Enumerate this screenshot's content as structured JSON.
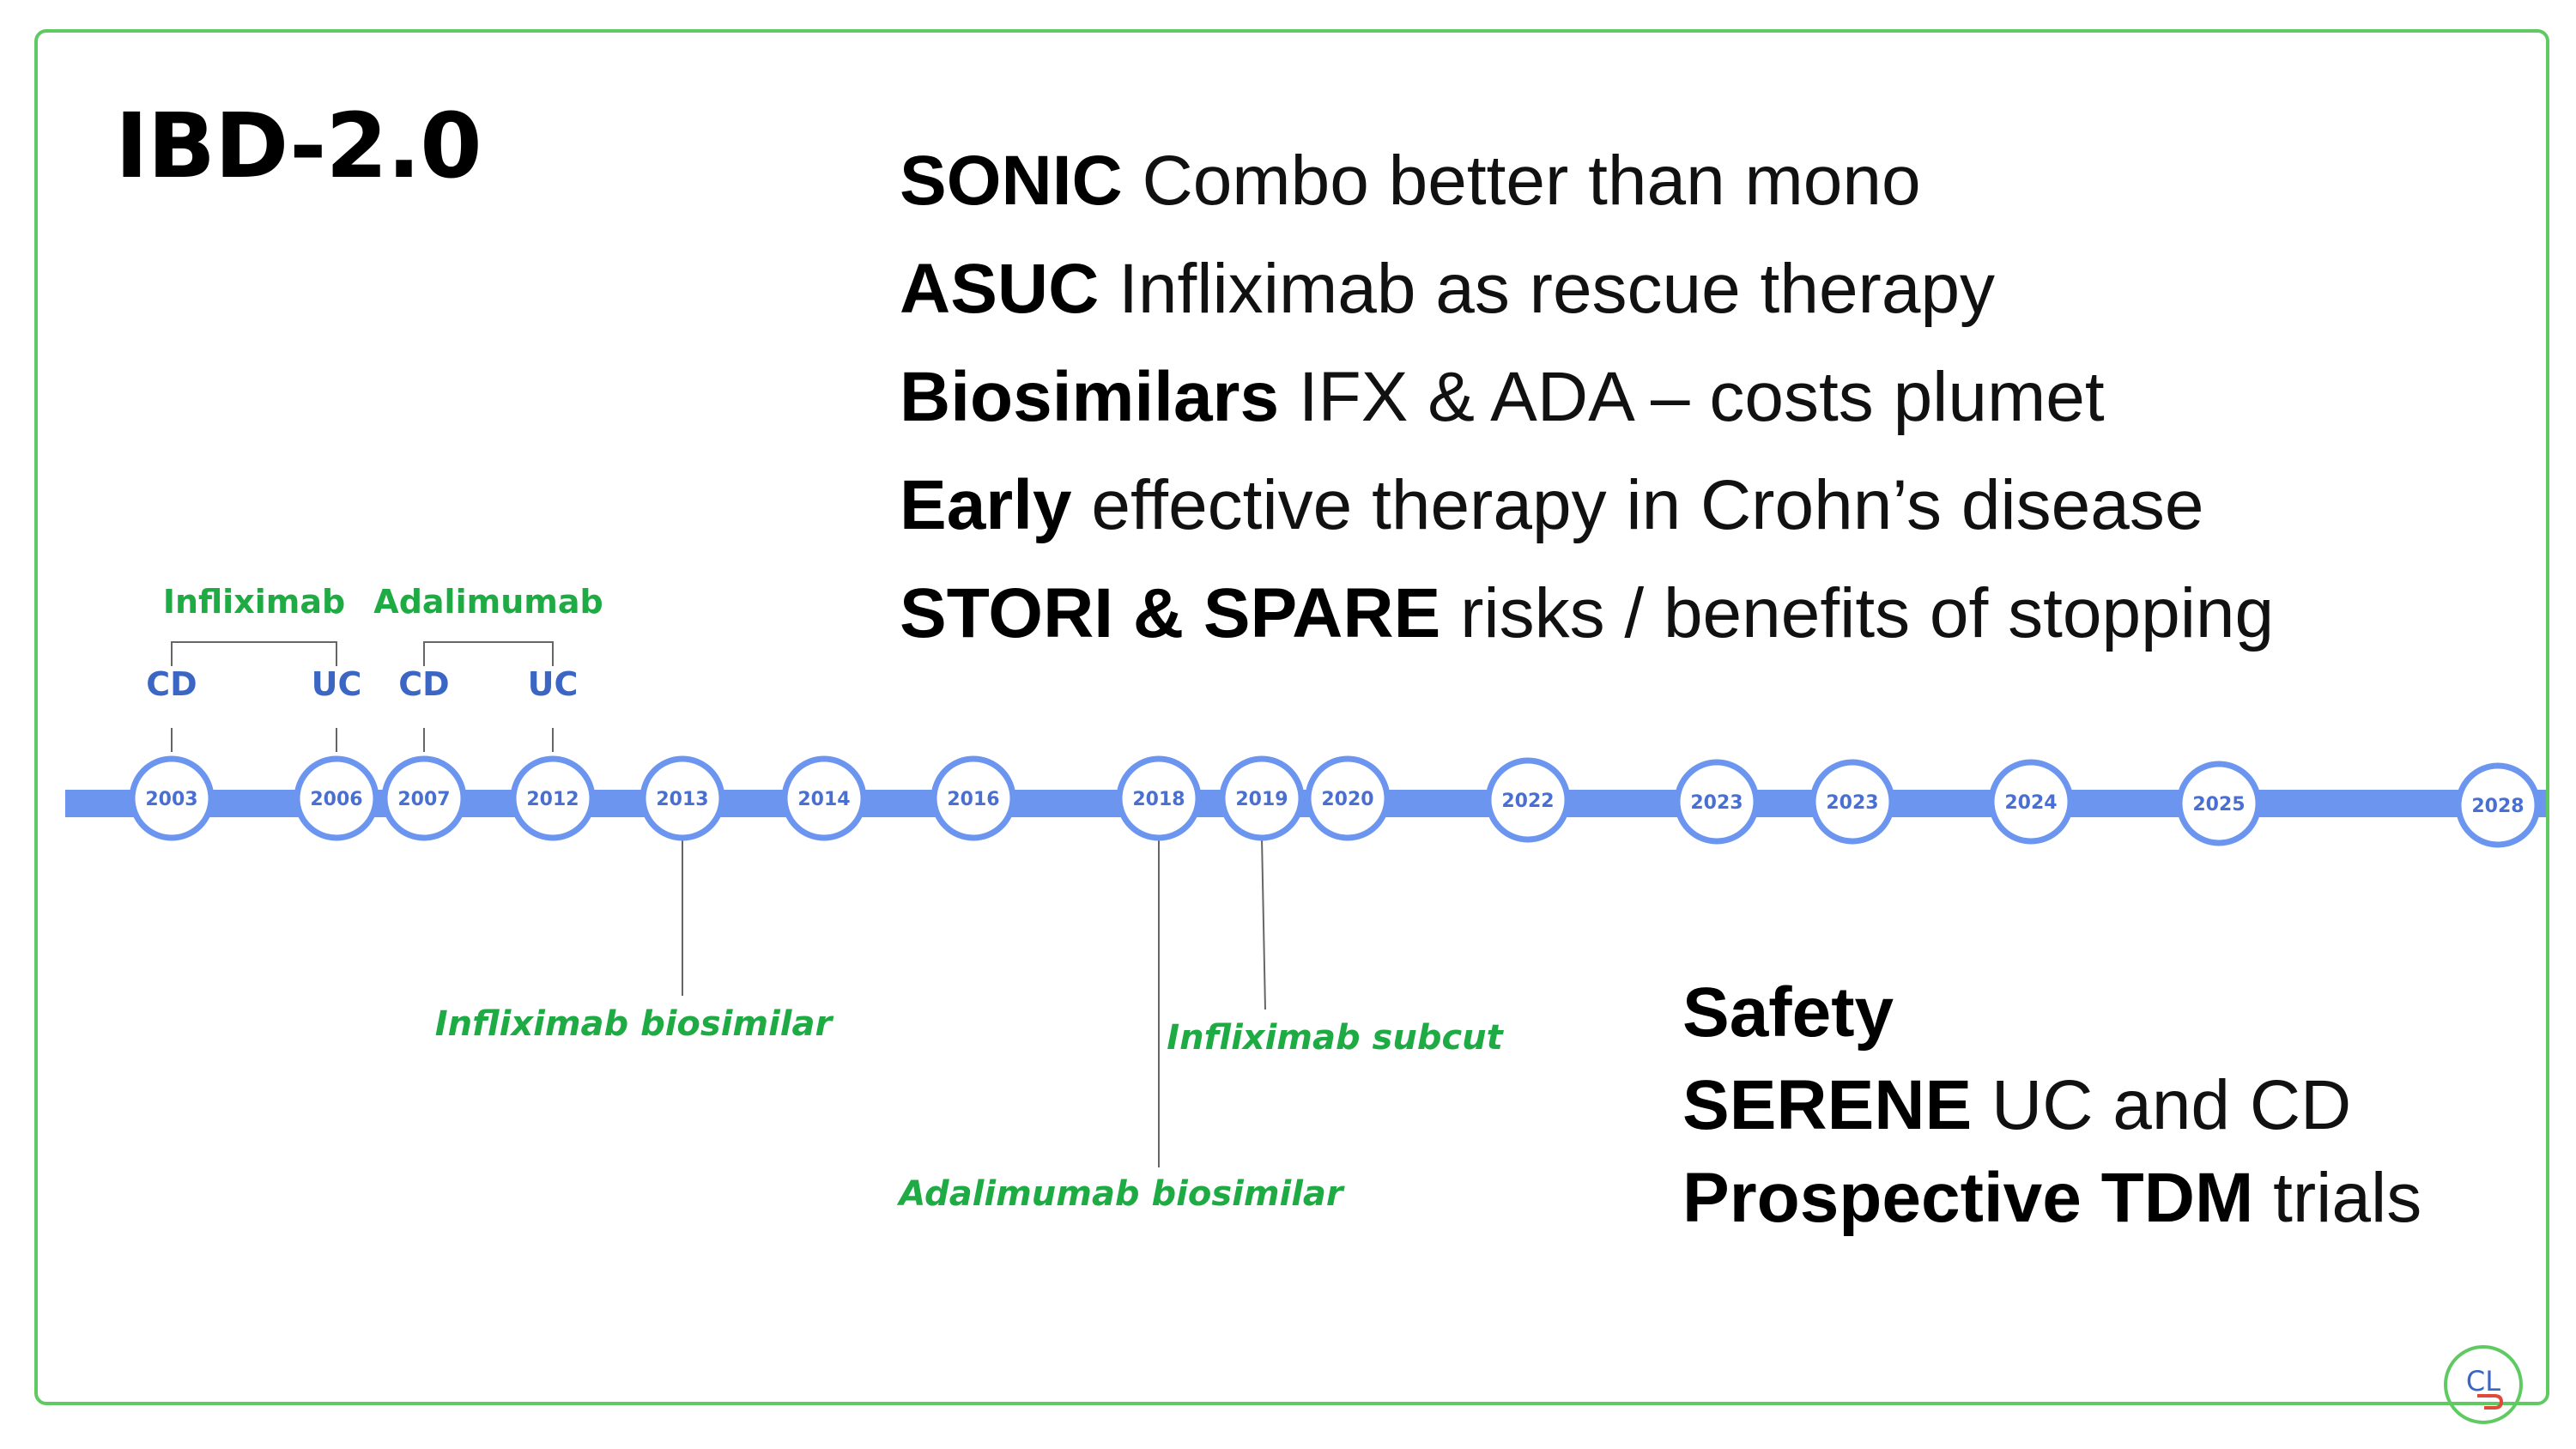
{
  "title": "IBD-2.0",
  "highlights": [
    {
      "bold": "SONIC",
      "text": " Combo better than mono"
    },
    {
      "bold": "ASUC",
      "text": " Infliximab as rescue therapy"
    },
    {
      "bold": "Biosimilars",
      "text": " IFX & ADA – costs plumet"
    },
    {
      "bold": "Early",
      "text": " effective therapy in Crohn’s disease"
    },
    {
      "bold": "STORI & SPARE",
      "text": " risks / benefits of stopping"
    }
  ],
  "future": [
    {
      "bold": "Safety",
      "text": ""
    },
    {
      "bold": "SERENE",
      "text": " UC and CD"
    },
    {
      "bold": "Prospective TDM",
      "text": " trials"
    }
  ],
  "timeline": {
    "nodes": [
      "2003",
      "2006",
      "2007",
      "2012",
      "2013",
      "2014",
      "2016",
      "2018",
      "2019",
      "2020",
      "2022",
      "2023",
      "2023",
      "2024",
      "2025",
      "2028"
    ],
    "groups": [
      {
        "label": "Infliximab",
        "from": 0,
        "to": 1,
        "subs": [
          "CD",
          "UC"
        ]
      },
      {
        "label": "Adalimumab",
        "from": 2,
        "to": 3,
        "subs": [
          "CD",
          "UC"
        ]
      }
    ],
    "events": [
      {
        "node": 4,
        "label": "Infliximab biosimilar"
      },
      {
        "node": 7,
        "label": "Adalimumab biosimilar"
      },
      {
        "node": 8,
        "label": "Infliximab subcut"
      }
    ]
  },
  "colors": {
    "axis": "#6b95ee",
    "node_border": "#6b95ee",
    "green": "#1fab44",
    "blue": "#3b66c4",
    "frame": "#5fca62"
  },
  "logo": {
    "text": "CL"
  }
}
